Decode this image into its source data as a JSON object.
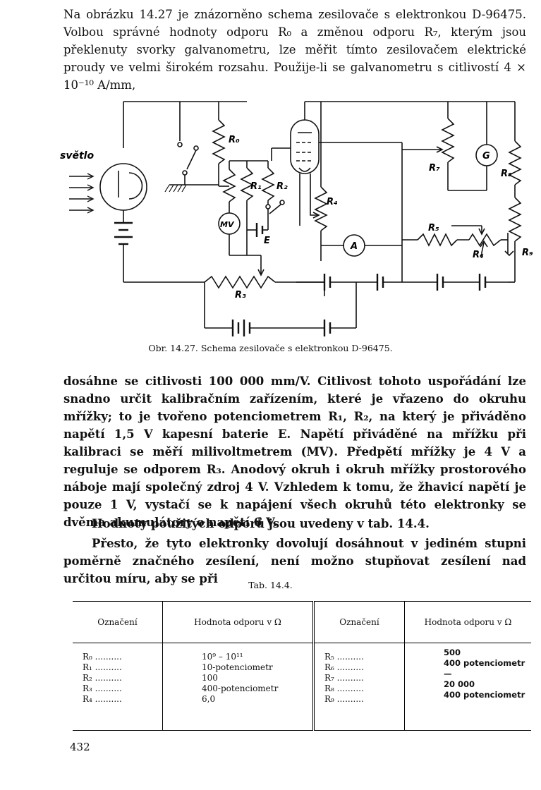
{
  "paragraphs": {
    "p1": "Na obrázku 14.27 je znázorněno schema zesilovače s elektronkou D-96475. Volbou správné hodnoty odporu R₀ a změnou odporu R₇, kterým jsou překlenuty svorky galvanometru, lze měřit tímto zesilovačem elektrické proudy ve velmi širokém rozsahu. Použije-li se galvanometru s citlivostí 4 × 10⁻¹⁰ A/mm,",
    "p2": "dosáhne se citlivosti 100 000 mm/V. Citlivost tohoto uspořádání lze snadno určit kalibračním zařízením, které je vřazeno do okruhu mřížky; to je tvořeno potenciometrem R₁, R₂, na který je přiváděno napětí 1,5 V kapesní baterie E. Napětí přiváděné na mřížku při kalibraci se měří milivoltmetrem (MV). Předpětí mřížky je 4 V a reguluje se odporem R₃. Anodový okruh i okruh mřížky prostorového náboje mají společný zdroj 4 V. Vzhledem k tomu, že žhavicí napětí je pouze 1 V, vystačí se k napájení všech okruhů této elektronky se dvěma akumulátory o napětí 6 V.",
    "p3": "Hodnoty použitých odporů jsou uvedeny v tab. 14.4.",
    "p4": "Přesto, že tyto elektronky dovolují dosáhnout v jediném stupni poměrně značného zesílení, není možno stupňovat zesílení nad určitou míru, aby se při"
  },
  "figure": {
    "caption": "Obr. 14.27. Schema zesilovače s elektronkou D-96475.",
    "labels": {
      "svetlo": "světlo",
      "r0": "R₀",
      "r1": "R₁",
      "r2": "R₂",
      "r3": "R₃",
      "r4": "R₄",
      "r5": "R₅",
      "r6": "R₆",
      "r7": "R₇",
      "r8": "R₈",
      "r9": "R₉",
      "mv": "MV",
      "e": "E",
      "a": "A",
      "g": "G"
    }
  },
  "table": {
    "title": "Tab. 14.4.",
    "headers": [
      "Označení",
      "Hodnota odporu v Ω",
      "Označení",
      "Hodnota odporu v Ω"
    ],
    "left_names": [
      "R₀ ..........",
      "R₁ ..........",
      "R₂ ..........",
      "R₃ ..........",
      "R₄ .........."
    ],
    "left_values": [
      "10⁹ – 10¹¹",
      "10-potenciometr",
      "100",
      "400-potenciometr",
      "6,0"
    ],
    "right_names": [
      "R₅ ..........",
      "R₆ ..........",
      "R₇ ..........",
      "R₈ ..........",
      "R₉ .........."
    ],
    "right_values": [
      "500",
      "400 potenciometr",
      "—",
      "20 000",
      "400 potenciometr"
    ]
  },
  "page_number": "432"
}
